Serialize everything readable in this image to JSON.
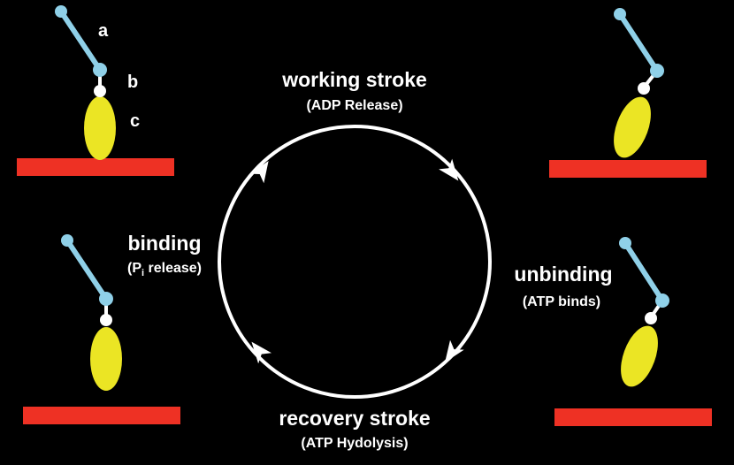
{
  "colors": {
    "background": "#000000",
    "actin": "#ee3124",
    "head": "#ebe524",
    "lever": "#8fd0e8",
    "hinge": "#ffffff",
    "cycle": "#ffffff",
    "text": "#ffffff"
  },
  "part_labels": {
    "a": "a",
    "b": "b",
    "c": "c"
  },
  "steps": {
    "working": {
      "title": "working stroke",
      "detail": "(ADP Release)"
    },
    "unbinding": {
      "title": "unbinding",
      "detail": "(ATP binds)"
    },
    "recovery": {
      "title": "recovery stroke",
      "detail": "(ATP Hydolysis)"
    },
    "binding": {
      "title": "binding",
      "detail_prefix": "(P",
      "detail_sub": "i",
      "detail_suffix": " release)"
    }
  }
}
